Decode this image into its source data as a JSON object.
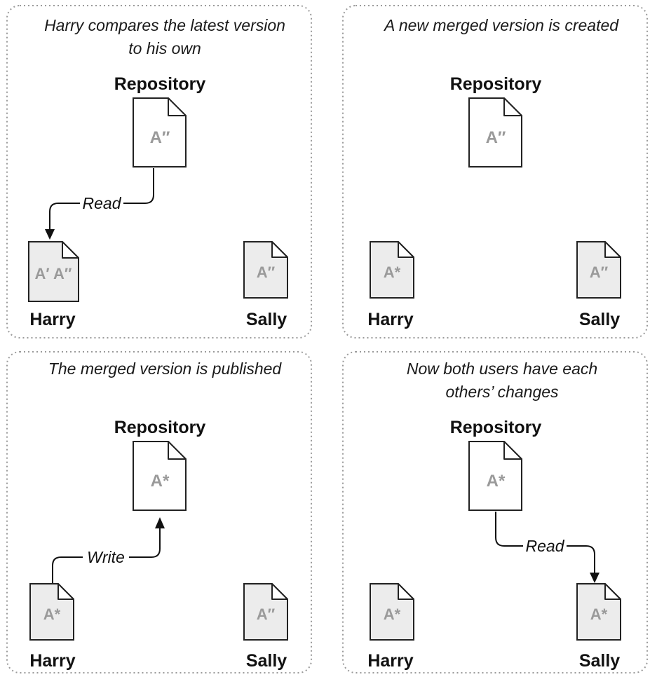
{
  "panels": [
    {
      "caption_lines": [
        "Harry compares the latest version",
        "to his own"
      ],
      "repository": {
        "label": "Repository",
        "document": "A″"
      },
      "harry": {
        "label": "Harry",
        "document": "A′ A″"
      },
      "sally": {
        "label": "Sally",
        "document": "A″"
      },
      "flow": {
        "label": "Read",
        "from": "repository",
        "to": "harry"
      }
    },
    {
      "caption_lines": [
        "A new merged version is created"
      ],
      "repository": {
        "label": "Repository",
        "document": "A″"
      },
      "harry": {
        "label": "Harry",
        "document": "A*"
      },
      "sally": {
        "label": "Sally",
        "document": "A″"
      }
    },
    {
      "caption_lines": [
        "The merged version is published"
      ],
      "repository": {
        "label": "Repository",
        "document": "A*"
      },
      "harry": {
        "label": "Harry",
        "document": "A*"
      },
      "sally": {
        "label": "Sally",
        "document": "A″"
      },
      "flow": {
        "label": "Write",
        "from": "harry",
        "to": "repository"
      }
    },
    {
      "caption_lines": [
        "Now both users have each",
        "others’ changes"
      ],
      "repository": {
        "label": "Repository",
        "document": "A*"
      },
      "harry": {
        "label": "Harry",
        "document": "A*"
      },
      "sally": {
        "label": "Sally",
        "document": "A*"
      },
      "flow": {
        "label": "Read",
        "from": "repository",
        "to": "sally"
      }
    }
  ],
  "colors": {
    "repository_fill": "#ffffff",
    "working_copy_fill": "#ececec",
    "document_text": "#9a9a9a",
    "frame": "#9a9a9a"
  }
}
